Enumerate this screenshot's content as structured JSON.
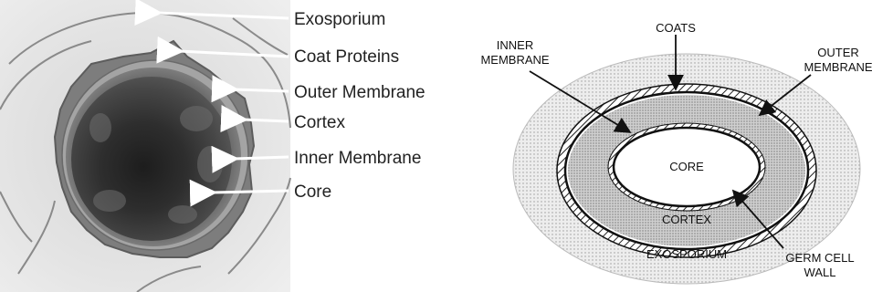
{
  "left_labels": [
    "Exosporium",
    "Coat Proteins",
    "Outer Membrane",
    "Cortex",
    "Inner Membrane",
    "Core"
  ],
  "right_labels": {
    "coats": "COATS",
    "inner_membrane_line1": "INNER",
    "inner_membrane_line2": "MEMBRANE",
    "outer_membrane_line1": "OUTER",
    "outer_membrane_line2": "MEMBRANE",
    "core": "CORE",
    "cortex": "CORTEX",
    "exosporium": "EXOSPORIUM",
    "germ_cell_wall_line1": "GERM CELL",
    "germ_cell_wall_line2": "WALL"
  }
}
